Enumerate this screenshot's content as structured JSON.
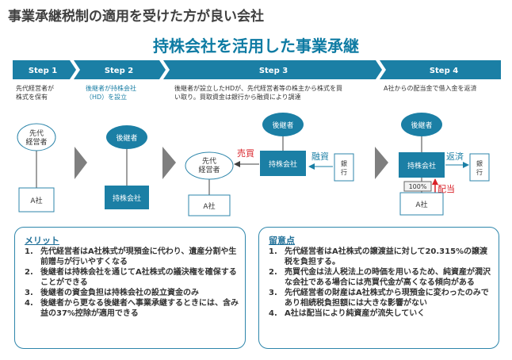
{
  "title": "事業承継税制の適用を受けた方が良い会社",
  "subtitle": "持株会社を活用した事業承継",
  "steps": [
    {
      "label": "Step 1",
      "desc": [
        "先代経営者が",
        "株式を保有"
      ]
    },
    {
      "label": "Step 2",
      "desc": [
        "後継者が持株会社",
        "（HD）を設立"
      ]
    },
    {
      "label": "Step 3",
      "desc": [
        "後継者が設立したHDが、先代経営者等の株主から株式を買",
        "い取り。買取資金は銀行から融資により調達"
      ]
    },
    {
      "label": "Step 4",
      "desc": [
        "A社からの配当金で借入金を返済"
      ]
    }
  ],
  "nodes": {
    "predecessor": [
      "先代",
      "経営者"
    ],
    "successor": "後継者",
    "holding": "持株会社",
    "company_a": "A社",
    "bank": [
      "銀",
      "行"
    ],
    "buy": "売買",
    "loan": "融資",
    "repay": "返済",
    "dividend": "配当",
    "percent": "100%"
  },
  "merit": {
    "title": "メリット",
    "items": [
      {
        "num": "1.",
        "text": "先代経営者はA社株式が現預金に代わり、遺産分割や生前贈与が行いやすくなる"
      },
      {
        "num": "2.",
        "text": "後継者は持株会社を通じてA社株式の議決権を確保することができる"
      },
      {
        "num": "3.",
        "text": "後継者の資金負担は持株会社の設立資金のみ"
      },
      {
        "num": "4.",
        "text": "後継者から更なる後継者へ事業承継するときには、含み益の37%控除が適用できる"
      }
    ]
  },
  "caution": {
    "title": "留意点",
    "items": [
      {
        "num": "1.",
        "text": "先代経営者はA社株式の譲渡益に対して20.315%の譲渡税を負担する。"
      },
      {
        "num": "2.",
        "text": "売買代金は法人税法上の時価を用いるため、純資産が潤沢な会社である場合には売買代金が高くなる傾向がある"
      },
      {
        "num": "3.",
        "text": "先代経営者の財産はA社株式から現預金に変わったのみであり相続税負担額には大きな影響がない"
      },
      {
        "num": "4.",
        "text": "A社は配当により純資産が流失していく"
      }
    ]
  },
  "colors": {
    "teal": "#1b7fa5",
    "dark": "#404040",
    "red": "#d9232a",
    "gray": "#7f7f7f"
  }
}
